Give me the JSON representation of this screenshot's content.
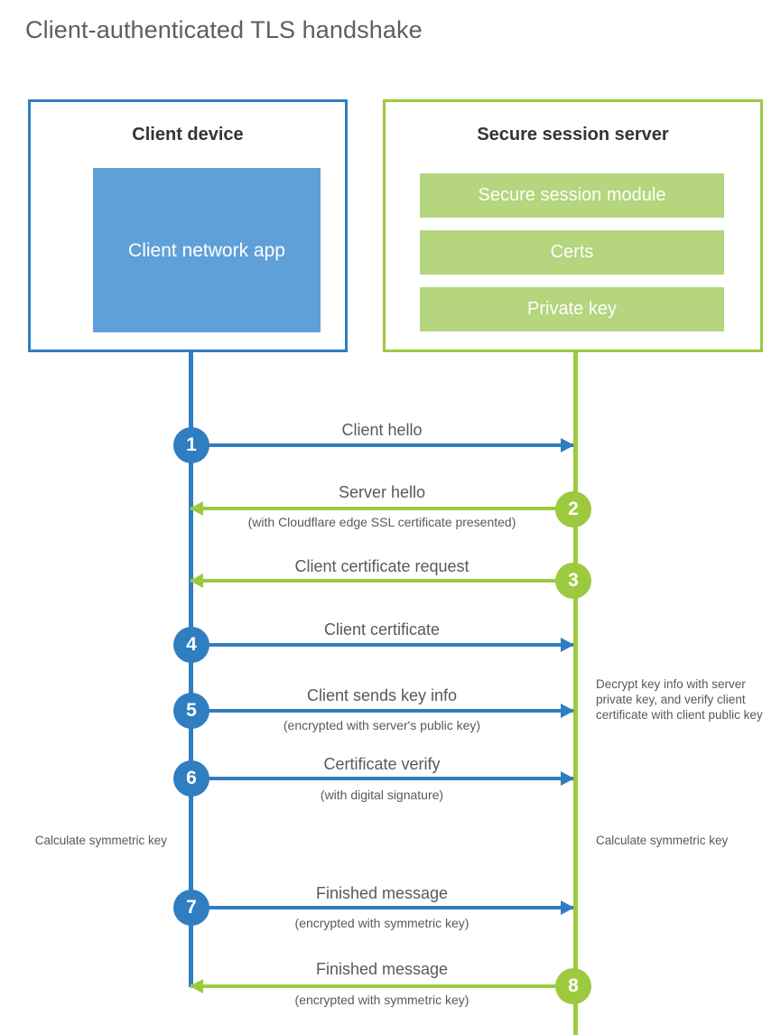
{
  "title": "Client-authenticated TLS handshake",
  "colors": {
    "blue_border": "#2f7ec0",
    "blue_fill": "#5fa0d8",
    "green_border": "#9dc93f",
    "green_fill": "#b5d57e",
    "text": "#58595b"
  },
  "entities": {
    "client": {
      "title": "Client device",
      "app_label": "Client network app"
    },
    "server": {
      "title": "Secure session server",
      "bars": [
        "Secure session module",
        "Certs",
        "Private key"
      ]
    }
  },
  "steps": [
    {
      "number": "1",
      "side": "client",
      "direction": "to-server",
      "main": "Client hello",
      "sub": ""
    },
    {
      "number": "2",
      "side": "server",
      "direction": "to-client",
      "main": "Server hello",
      "sub": "(with Cloudflare edge SSL certificate presented)"
    },
    {
      "number": "3",
      "side": "server",
      "direction": "to-client",
      "main": "Client certificate request",
      "sub": ""
    },
    {
      "number": "4",
      "side": "client",
      "direction": "to-server",
      "main": "Client certificate",
      "sub": ""
    },
    {
      "number": "5",
      "side": "client",
      "direction": "to-server",
      "main": "Client sends key info",
      "sub": "(encrypted with server's public key)"
    },
    {
      "number": "6",
      "side": "client",
      "direction": "to-server",
      "main": "Certificate verify",
      "sub": "(with digital signature)"
    },
    {
      "number": "7",
      "side": "client",
      "direction": "to-server",
      "main": "Finished message",
      "sub": "(encrypted with symmetric key)"
    },
    {
      "number": "8",
      "side": "server",
      "direction": "to-client",
      "main": "Finished message",
      "sub": "(encrypted with symmetric key)"
    }
  ],
  "annotations": {
    "server_decrypt": "Decrypt key info with server private key, and verify client certificate with client public key",
    "client_calc": "Calculate symmetric key",
    "server_calc": "Calculate symmetric key"
  }
}
